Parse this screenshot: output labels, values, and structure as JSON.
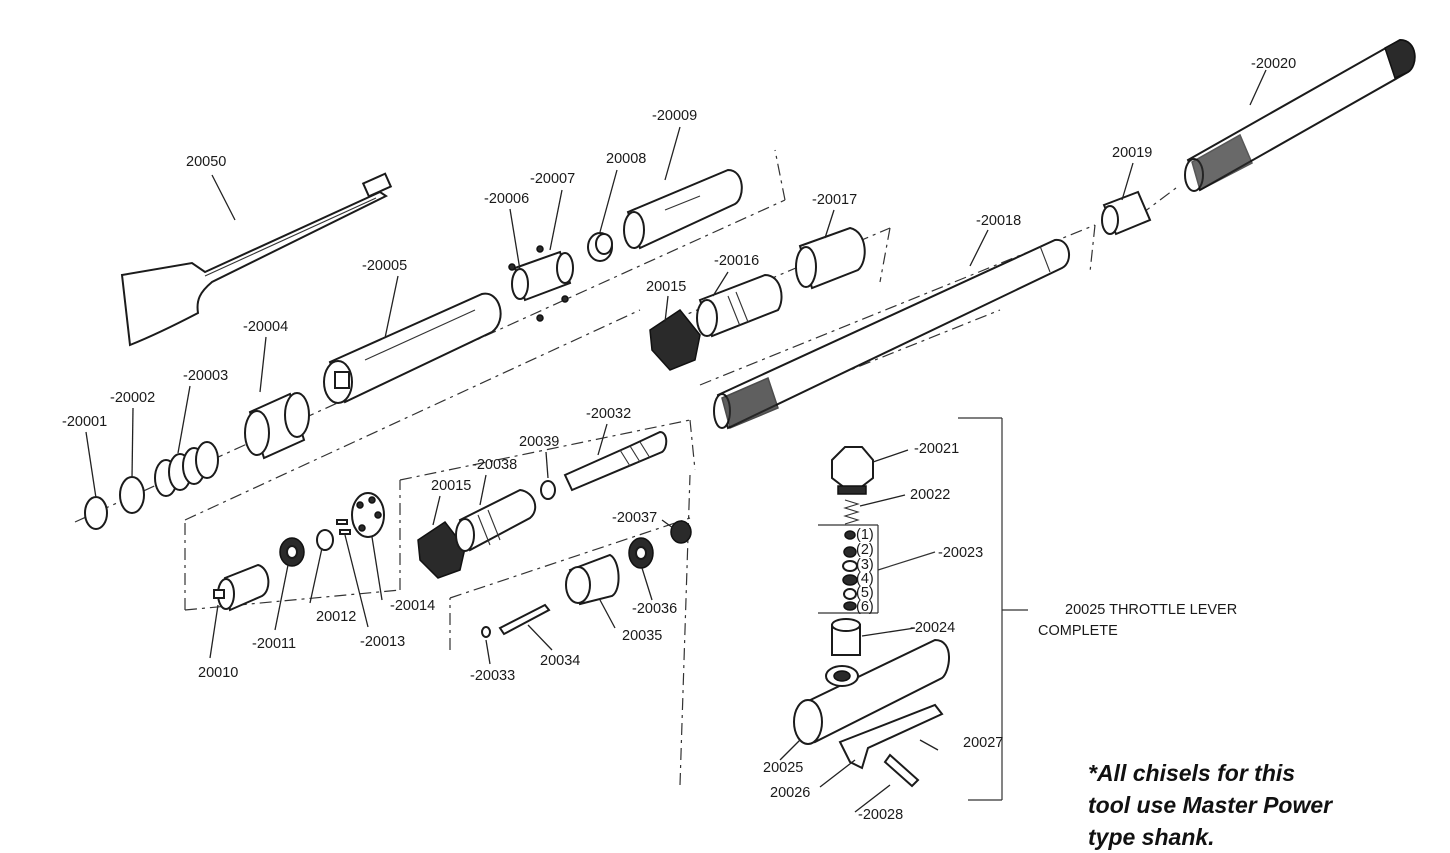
{
  "parts": {
    "p20050": "20050",
    "p20001": "-20001",
    "p20002": "-20002",
    "p20003": "-20003",
    "p20004": "-20004",
    "p20005": "-20005",
    "p20006": "-20006",
    "p20007": "-20007",
    "p20008": "20008",
    "p20009": "-20009",
    "p20015a": "20015",
    "p20016": "-20016",
    "p20017": "-20017",
    "p20018": "-20018",
    "p20019": "20019",
    "p20020": "-20020",
    "p20010": "20010",
    "p20011": "-20011",
    "p20012": "20012",
    "p20013": "-20013",
    "p20014": "-20014",
    "p20015b": "20015",
    "p20038": "-20038",
    "p20039": "20039",
    "p20032": "-20032",
    "p20037": "-20037",
    "p20036": "-20036",
    "p20035": "20035",
    "p20033": "-20033",
    "p20034": "20034",
    "p20021": "-20021",
    "p20022": "20022",
    "p20023": "-20023",
    "p20024": "-20024",
    "p20025": "20025",
    "p20026": "20026",
    "p20027": "20027",
    "p20028": "-20028"
  },
  "subparts": [
    "(1)",
    "(2)",
    "(3)",
    "(4)",
    "(5)",
    "(6)"
  ],
  "throttle": {
    "line1": "20025 THROTTLE LEVER",
    "line2": "COMPLETE"
  },
  "note": {
    "line1": "*All chisels for this",
    "line2": "tool use Master Power",
    "line3": "type shank."
  }
}
